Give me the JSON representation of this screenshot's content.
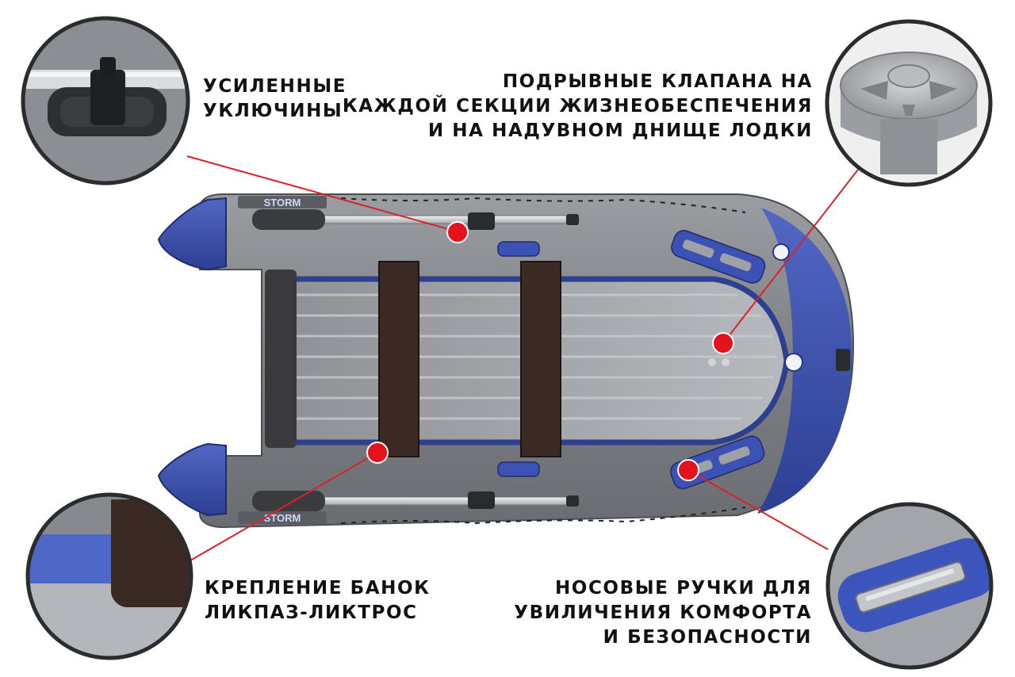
{
  "captions": {
    "oarlocks": [
      "УСИЛЕННЫЕ",
      "УКЛЮЧИНЫ"
    ],
    "valves": [
      "ПОДРЫВНЫЕ КЛАПАНА НА",
      "КАЖДОЙ СЕКЦИИ ЖИЗНЕОБЕСПЕЧЕНИЯ",
      "И НА НАДУВНОМ ДНИЩЕ ЛОДКИ"
    ],
    "bench_mount": [
      "КРЕПЛЕНИЕ БАНОК",
      "ЛИКПАЗ-ЛИКТРОС"
    ],
    "bow_handles": [
      "НОСОВЫЕ РУЧКИ ДЛЯ",
      "УВИЛИЧЕНИЯ КОМФОРТА",
      "И БЕЗОПАСНОСТИ"
    ]
  },
  "brand_logo_text": "STORM",
  "colors": {
    "hull_gray": "#7f8285",
    "hull_blue": "#3a4fa8",
    "floor_gray": "#a9acb0",
    "seat_brown": "#3b2a24",
    "marker_red": "#e3121b",
    "leader_line": "#d8232a",
    "text": "#111111"
  },
  "icons": [
    "oarlock-detail",
    "valve-detail",
    "bench-mount-detail",
    "handle-detail"
  ]
}
